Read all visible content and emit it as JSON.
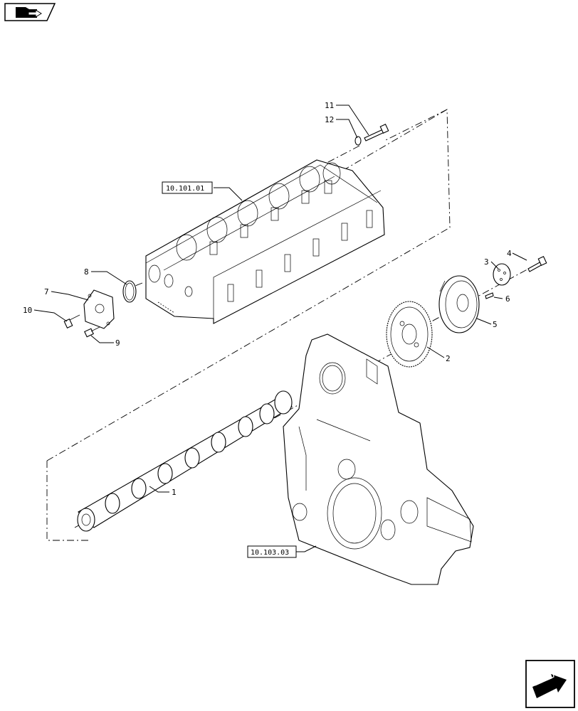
{
  "callouts": {
    "c1": "1",
    "c2": "2",
    "c3": "3",
    "c4": "4",
    "c5": "5",
    "c6": "6",
    "c7": "7",
    "c8": "8",
    "c9": "9",
    "c10": "10",
    "c11": "11",
    "c12": "12"
  },
  "references": {
    "cylinder_head": "10.101.01",
    "timing_housing": "10.103.03"
  },
  "icons": {
    "top_left": "book-icon",
    "bottom_right": "next-page-arrow-icon"
  }
}
